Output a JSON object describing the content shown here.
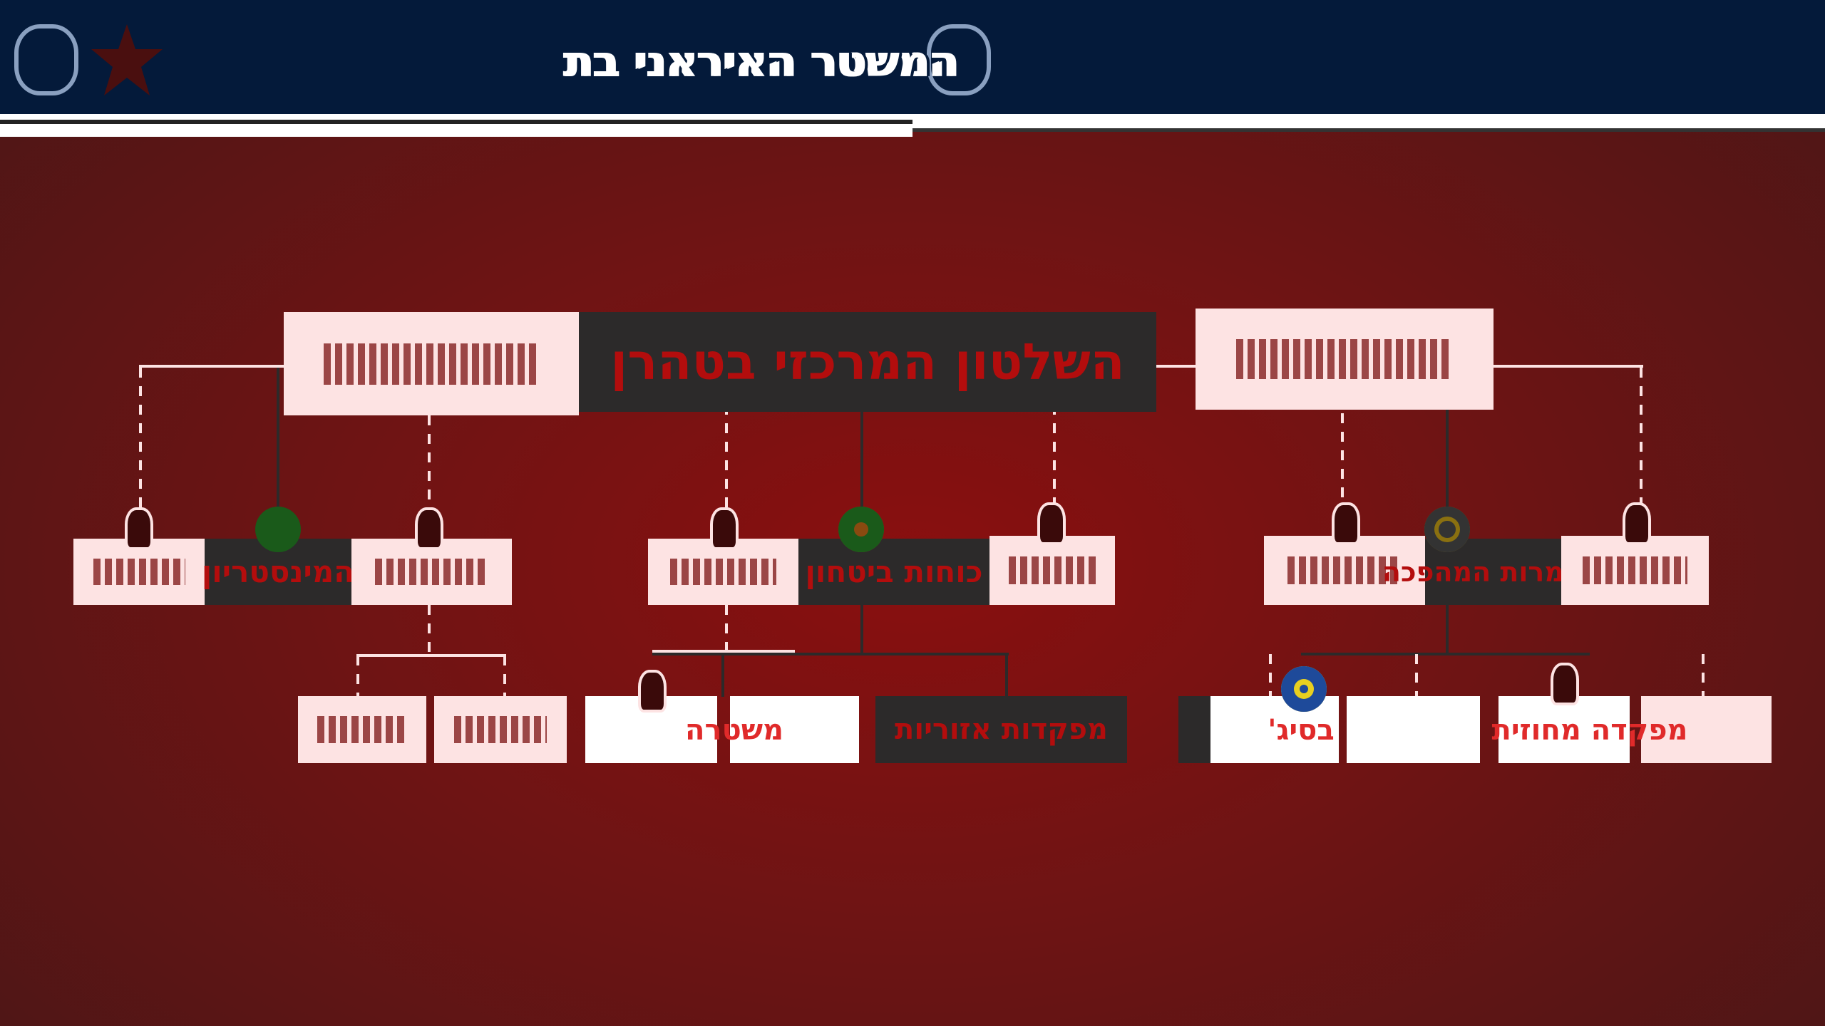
{
  "header": {
    "title": "המשטר האיראני בת",
    "logo_left": "idf-emblem",
    "logo_right": "intelligence-emblem"
  },
  "top": {
    "center": "השלטון המרכזי בטהרן"
  },
  "middle": {
    "ministry": "המינסטריון",
    "security_forces": "כוחות ביטחון",
    "irgc": "משמרות המהפכה"
  },
  "bottom": {
    "regional_commands": "מפקדות אזוריות",
    "police": "משטרה",
    "basij": "בסיג'",
    "district_command": "מפקדה מחוזית"
  },
  "colors": {
    "navy": "#041a3a",
    "red": "#b30d0d",
    "dark": "#2c2a2a",
    "pink": "#fde3e3"
  }
}
